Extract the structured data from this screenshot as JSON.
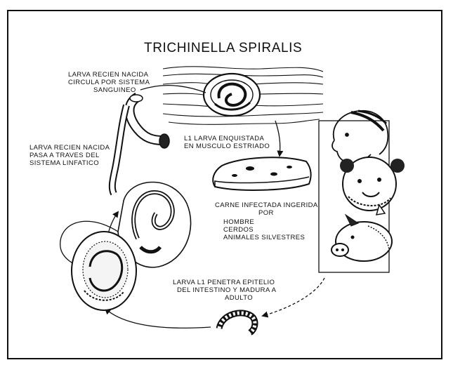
{
  "diagram": {
    "title": "TRICHINELLA SPIRALIS",
    "labels": {
      "blood_line1": "LARVA RECIEN NACIDA",
      "blood_line2": "CIRCULA POR SISTEMA",
      "blood_line3": "SANGUINEO",
      "lymph_line1": "LARVA RECIEN NACIDA",
      "lymph_line2": "PASA A TRAVES DEL",
      "lymph_line3": "SISTEMA LINFATICO",
      "encyst_line1": "L1 LARVA ENQUISTADA",
      "encyst_line2": "EN MUSCULO ESTRIADO",
      "meat_line1": "CARNE INFECTADA INGERIDA",
      "meat_line2": "POR",
      "host1": "HOMBRE",
      "host2": "CERDOS",
      "host3": "ANIMALES SILVESTRES",
      "intestine_line1": "LARVA L1 PENETRA EPITELIO",
      "intestine_line2": "DEL INTESTINO Y MADURA A",
      "intestine_line3": "ADULTO"
    }
  }
}
